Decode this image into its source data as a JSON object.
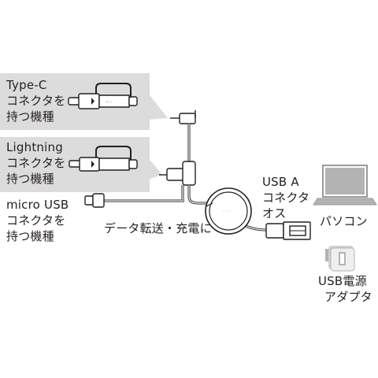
{
  "callouts": {
    "typec": {
      "lines": [
        "Type-C",
        "コネクタを",
        "持つ機種"
      ]
    },
    "lightning": {
      "lines": [
        "Lightning",
        "コネクタを",
        "持つ機種"
      ]
    }
  },
  "labels": {
    "micro_usb": {
      "lines": [
        "micro USB",
        "コネクタを",
        "持つ機種"
      ]
    },
    "data_transfer": "データ転送・充電に",
    "usb_a": {
      "lines": [
        "USB A",
        "コネクタ",
        "オス"
      ]
    },
    "pc": "パソコン",
    "adapter": {
      "lines": [
        "USB電源",
        "アダプタ"
      ]
    }
  },
  "colors": {
    "callout_fill": "#dcdcdc",
    "stroke": "#231f20",
    "icon_gray": "#b3b3b3",
    "white": "#ffffff"
  },
  "icons": {
    "laptop": "laptop-icon",
    "adapter": "ac-adapter-icon",
    "cable_reel": "retractable-reel-icon"
  }
}
